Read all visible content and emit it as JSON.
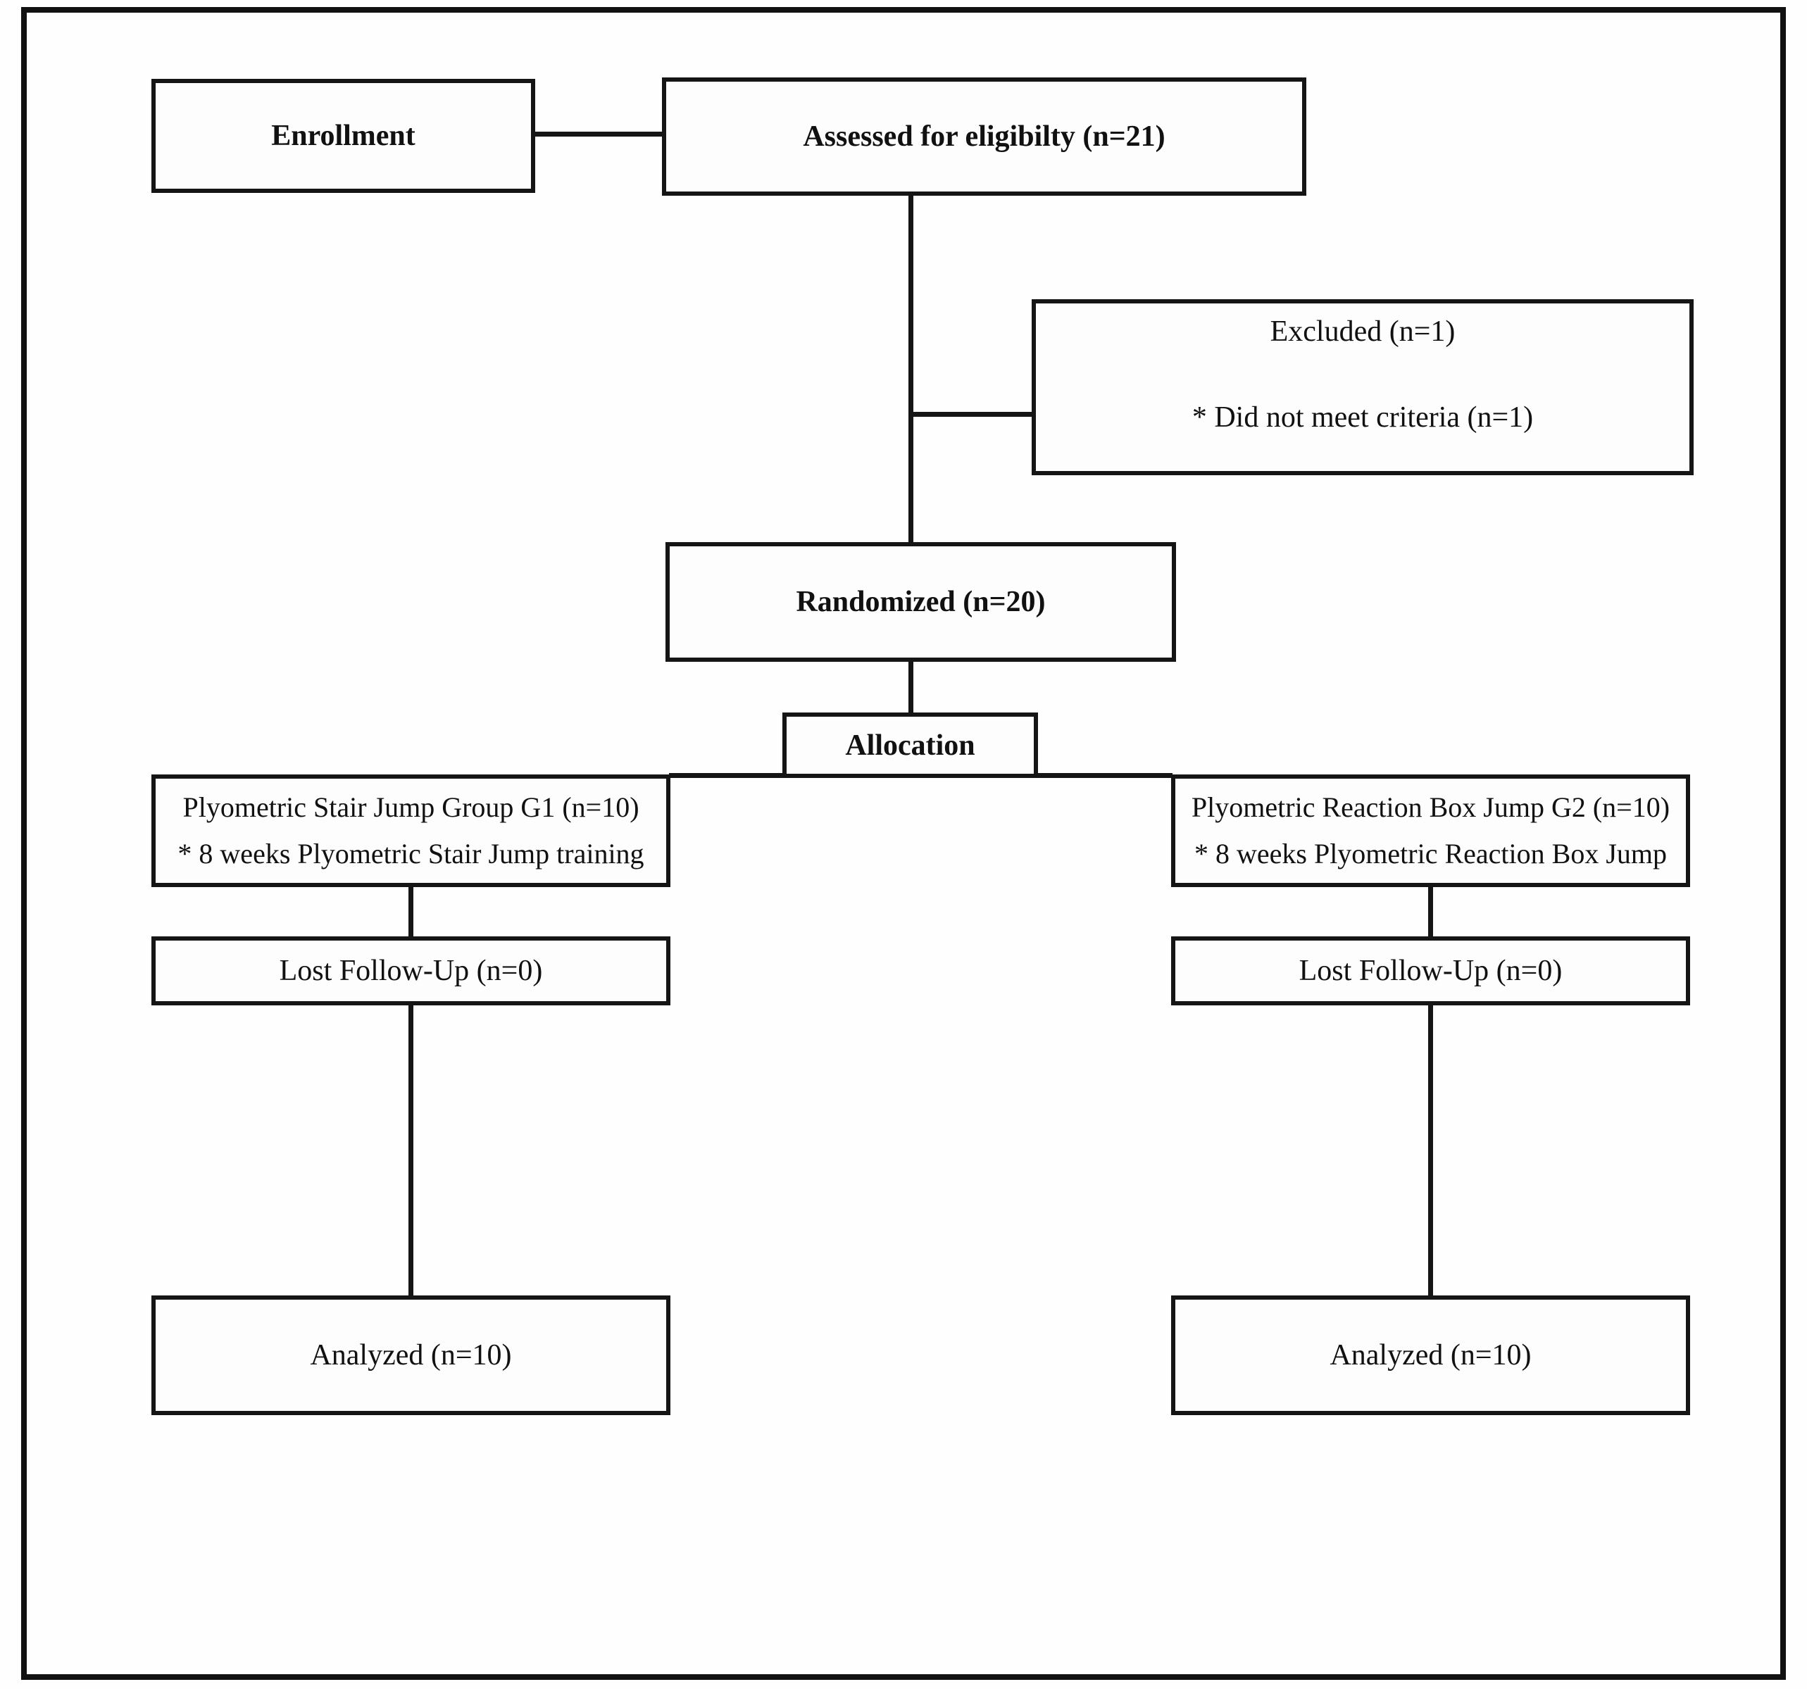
{
  "flowchart": {
    "enrollment": {
      "label": "Enrollment"
    },
    "assessed": {
      "label": "Assessed for eligibilty (n=21)"
    },
    "excluded": {
      "line1": "Excluded (n=1)",
      "line2": "* Did not meet criteria (n=1)"
    },
    "randomized": {
      "label": "Randomized (n=20)"
    },
    "allocation": {
      "label": "Allocation"
    },
    "group1": {
      "line1": "Plyometric Stair Jump Group G1 (n=10)",
      "line2": "* 8 weeks Plyometric Stair Jump training"
    },
    "group2": {
      "line1": "Plyometric Reaction Box Jump G2 (n=10)",
      "line2": "* 8 weeks Plyometric Reaction Box Jump"
    },
    "lost_followup_g1": {
      "label": "Lost Follow-Up (n=0)"
    },
    "lost_followup_g2": {
      "label": "Lost Follow-Up (n=0)"
    },
    "analyzed_g1": {
      "label": "Analyzed (n=10)"
    },
    "analyzed_g2": {
      "label": "Analyzed (n=10)"
    }
  },
  "colors": {
    "background": "#fefefe",
    "box_border": "#151515",
    "text": "#111111"
  }
}
